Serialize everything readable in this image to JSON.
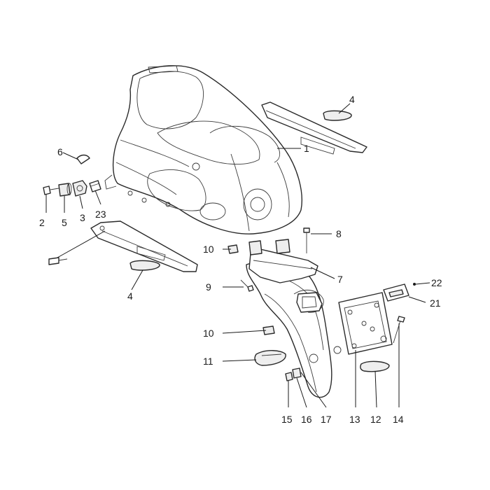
{
  "callouts": {
    "c1": "1",
    "c2": "2",
    "c3": "3",
    "c4a": "4",
    "c4b": "4",
    "c5": "5",
    "c6": "6",
    "c7": "7",
    "c8": "8",
    "c9": "9",
    "c10a": "10",
    "c10b": "10",
    "c11": "11",
    "c12": "12",
    "c13": "13",
    "c14": "14",
    "c15": "15",
    "c16": "16",
    "c17": "17",
    "c21": "21",
    "c22": "22",
    "c23": "23"
  }
}
